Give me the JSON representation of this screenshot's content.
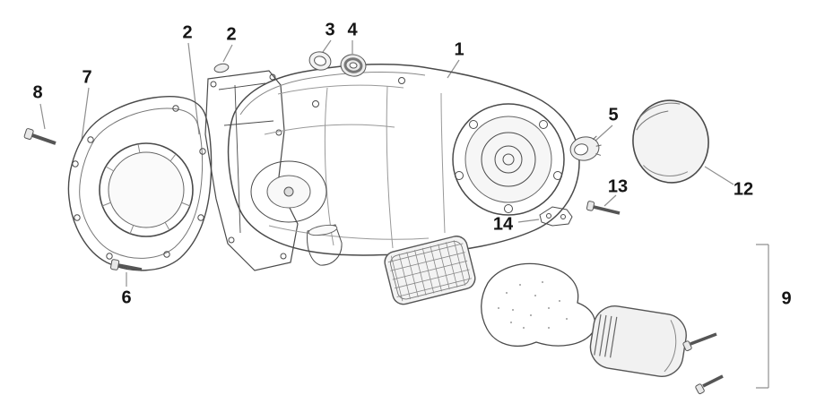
{
  "colors": {
    "line": "#4a4a4a",
    "leader": "#8f8f8f",
    "label": "#151515",
    "background": "#ffffff"
  },
  "callouts": {
    "c1": "1",
    "c2_left": "2",
    "c2_right": "2",
    "c3": "3",
    "c4": "4",
    "c5": "5",
    "c6": "6",
    "c7": "7",
    "c8": "8",
    "c9": "9",
    "c12": "12",
    "c13": "13",
    "c14": "14"
  }
}
